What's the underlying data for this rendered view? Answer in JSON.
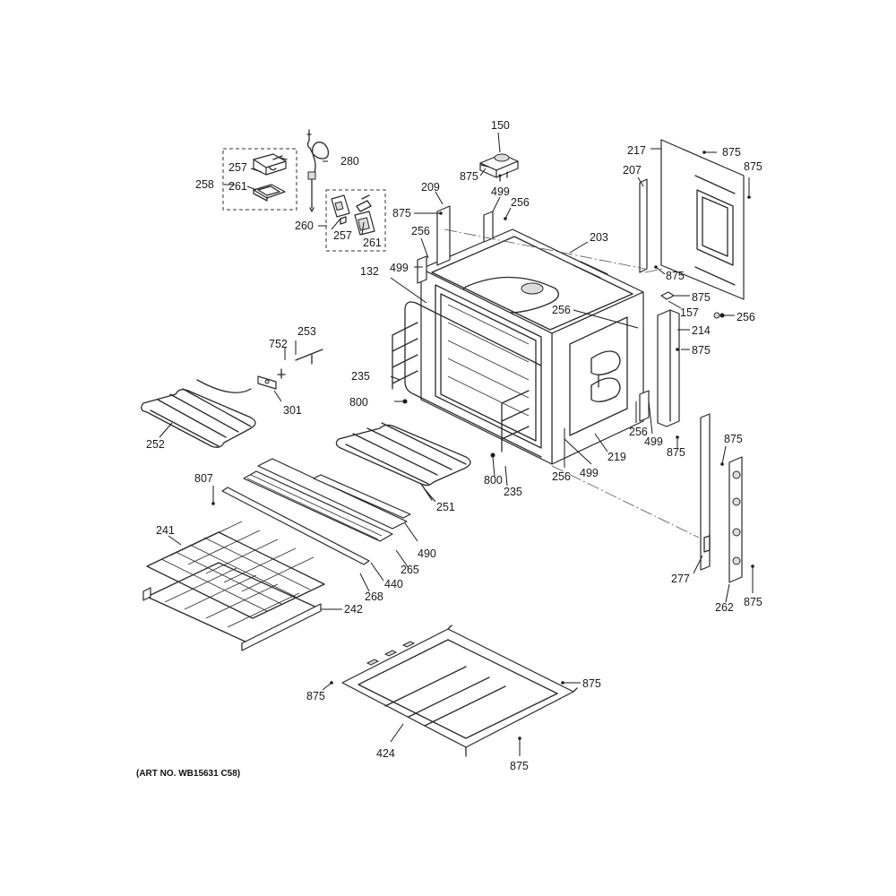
{
  "art_number": "(ART NO. WB15631 C58)",
  "callouts": {
    "c150": "150",
    "c280": "280",
    "c257a": "257",
    "c258": "258",
    "c261a": "261",
    "c260": "260",
    "c257b": "257",
    "c261b": "261",
    "c875a": "875",
    "c209": "209",
    "c499a": "499",
    "c256a": "256",
    "c875b": "875",
    "c256b": "256",
    "c499b": "499",
    "c203": "203",
    "c132": "132",
    "c217": "217",
    "c875c": "875",
    "c875d": "875",
    "c207": "207",
    "c875e": "875",
    "c875f": "875",
    "c157": "157",
    "c256c": "256",
    "c256d": "256",
    "c214": "214",
    "c875g": "875",
    "c753": "752",
    "c253": "253",
    "c301": "301",
    "c235a": "235",
    "c800a": "800",
    "c252": "252",
    "c251": "251",
    "c800b": "800",
    "c235b": "235",
    "c256e": "256",
    "c499c": "499",
    "c219": "219",
    "c256f": "256",
    "c499d": "499",
    "c875h": "875",
    "c875i": "875",
    "c277": "277",
    "c262": "262",
    "c875j": "875",
    "c807": "807",
    "c241": "241",
    "c490": "490",
    "c265": "265",
    "c440": "440",
    "c268": "268",
    "c242": "242",
    "c875k": "875",
    "c875l": "875",
    "c424": "424",
    "c875m": "875"
  }
}
